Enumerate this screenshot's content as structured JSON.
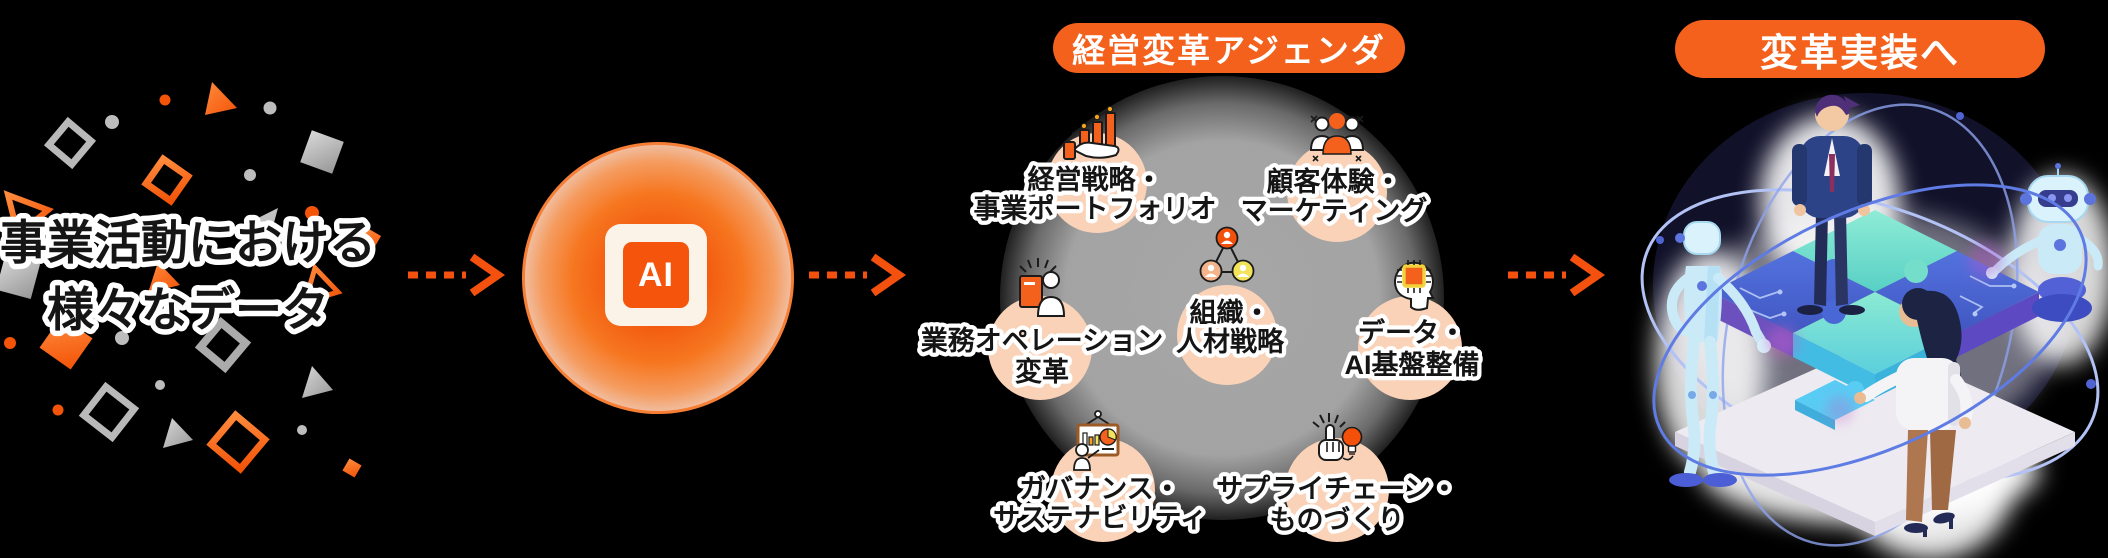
{
  "colors": {
    "primary_orange": "#F3611C",
    "arrow_orange": "#F4500E",
    "peach_circle": "#FAD2B8",
    "cloud_gray": "#ABABAB",
    "text_black": "#151515",
    "text_outline_white": "#FFFFFF",
    "badge_text": "#FFFFFF",
    "illustration_blue": "#4A67D6",
    "illustration_teal": "#7EE6CC"
  },
  "input": {
    "lines": [
      "事業活動における",
      "様々なデータ"
    ]
  },
  "ai": {
    "label": "AI"
  },
  "agenda": {
    "badge": "経営変革アジェンダ",
    "items": [
      {
        "id": "strategy",
        "icon": "growth-chart-hand-icon",
        "lines": [
          "経営戦略・",
          "事業ポートフォリオ"
        ]
      },
      {
        "id": "customer",
        "icon": "people-group-icon",
        "lines": [
          "顧客体験・",
          "マーケティング"
        ]
      },
      {
        "id": "operation",
        "icon": "person-idea-icon",
        "lines": [
          "業務オペレーション",
          "変革"
        ]
      },
      {
        "id": "organization",
        "icon": "org-chart-icon",
        "lines": [
          "組織・",
          "人材戦略"
        ]
      },
      {
        "id": "data-ai",
        "icon": "head-chip-icon",
        "lines": [
          "データ・",
          "AI基盤整備"
        ]
      },
      {
        "id": "governance",
        "icon": "presentation-board-icon",
        "lines": [
          "ガバナンス・",
          "サステナビリティ"
        ]
      },
      {
        "id": "supply-chain",
        "icon": "hand-lightbulb-icon",
        "lines": [
          "サプライチェーン・",
          "ものづくり"
        ]
      }
    ]
  },
  "implementation": {
    "badge": "変革実装へ"
  }
}
